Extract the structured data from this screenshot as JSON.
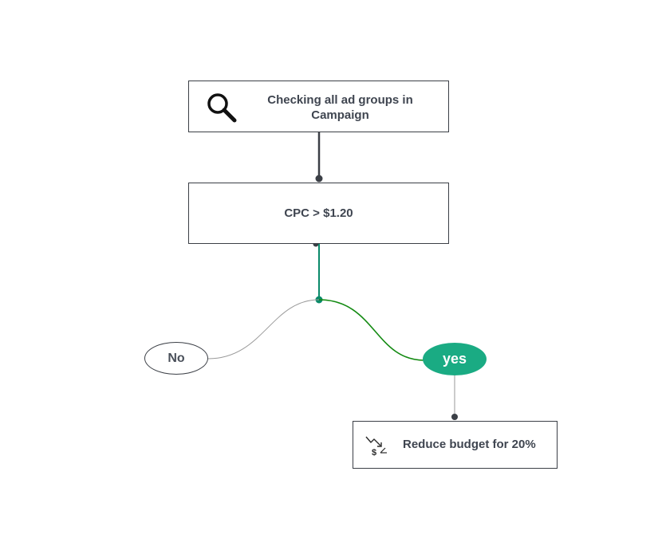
{
  "nodes": {
    "check": {
      "label": "Checking all ad groups in Campaign",
      "icon": "magnifier-icon"
    },
    "condition": {
      "label": "CPC > $1.20"
    },
    "action": {
      "label": "Reduce budget for 20%",
      "icon": "dollar-trend-down-icon"
    }
  },
  "branches": {
    "no": {
      "label": "No"
    },
    "yes": {
      "label": "yes"
    }
  },
  "colors": {
    "border": "#3b3f46",
    "text": "#3f4550",
    "yes_fill": "#1aab83",
    "yes_path": "#138a12",
    "teal_line": "#0a8a6a",
    "no_path": "#9a9a9a"
  }
}
